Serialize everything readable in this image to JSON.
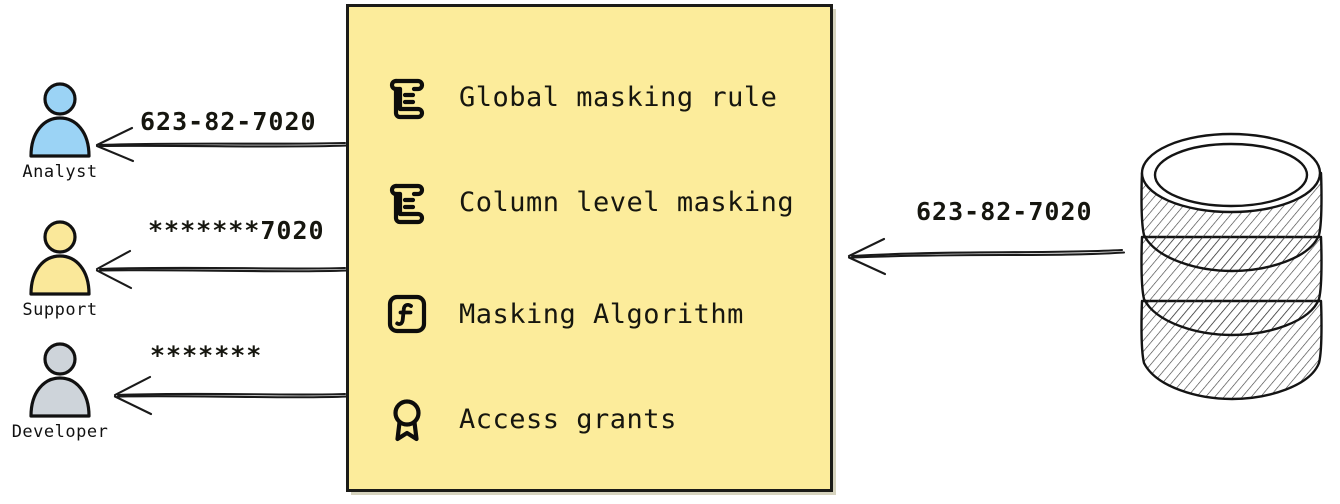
{
  "diagram": {
    "type": "data-masking-flow",
    "background": "#ffffff",
    "panel": {
      "fill": "#FCEC9B",
      "stroke": "#1b1b18",
      "items": [
        {
          "icon": "scroll-icon",
          "label": "Global masking rule"
        },
        {
          "icon": "scroll-icon",
          "label": "Column level masking"
        },
        {
          "icon": "function-box-icon",
          "label": "Masking Algorithm"
        },
        {
          "icon": "award-icon",
          "label": "Access grants"
        }
      ]
    },
    "actors": [
      {
        "name": "Analyst",
        "icon": "user-icon",
        "color": "#9BD3F5"
      },
      {
        "name": "Support",
        "icon": "user-icon",
        "color": "#FAE89A"
      },
      {
        "name": "Developer",
        "icon": "user-icon",
        "color": "#CED4DA"
      }
    ],
    "flows": [
      {
        "id": "analyst-flow",
        "value": "623-82-7020",
        "direction": "panel-to-actor",
        "target": "Analyst"
      },
      {
        "id": "support-flow",
        "value": "*******7020",
        "direction": "panel-to-actor",
        "target": "Support"
      },
      {
        "id": "developer-flow",
        "value": "*******",
        "direction": "panel-to-actor",
        "target": "Developer"
      },
      {
        "id": "database-flow",
        "value": "623-82-7020",
        "direction": "database-to-panel",
        "target": "Masking panel"
      }
    ],
    "database": {
      "icon": "database-cylinder-icon",
      "discs": 3,
      "style": "hand-drawn-hatched"
    }
  }
}
